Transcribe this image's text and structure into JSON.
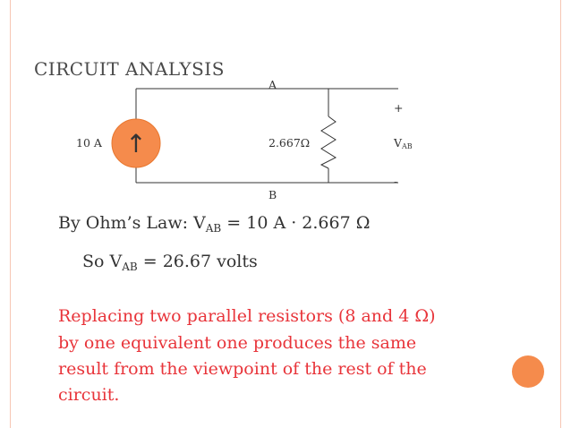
{
  "title": "CIRCUIT ANALYSIS",
  "circuit": {
    "node_a": "A",
    "node_b": "B",
    "source_label": "10 A",
    "source_arrow": "↑",
    "resistor_label": "2.667Ω",
    "plus": "+",
    "minus": "-",
    "v_symbol": "V",
    "v_subscript": "AB"
  },
  "ohm": {
    "prefix": "By Ohm’s Law:   V",
    "sub": "AB",
    "suffix": " = 10 A · 2.667 Ω"
  },
  "result": {
    "prefix": "So V",
    "sub": "AB",
    "suffix": " = 26.67 volts"
  },
  "explanation": {
    "line1": "Replacing two parallel resistors (8 and 4 Ω)",
    "line2": "by one equivalent one produces the same",
    "line3": "result from the viewpoint of the rest of the",
    "line4": "circuit."
  },
  "colors": {
    "source_fill": "#f58b4c",
    "accent_red": "#e8343a",
    "border": "#f6c6b4"
  }
}
